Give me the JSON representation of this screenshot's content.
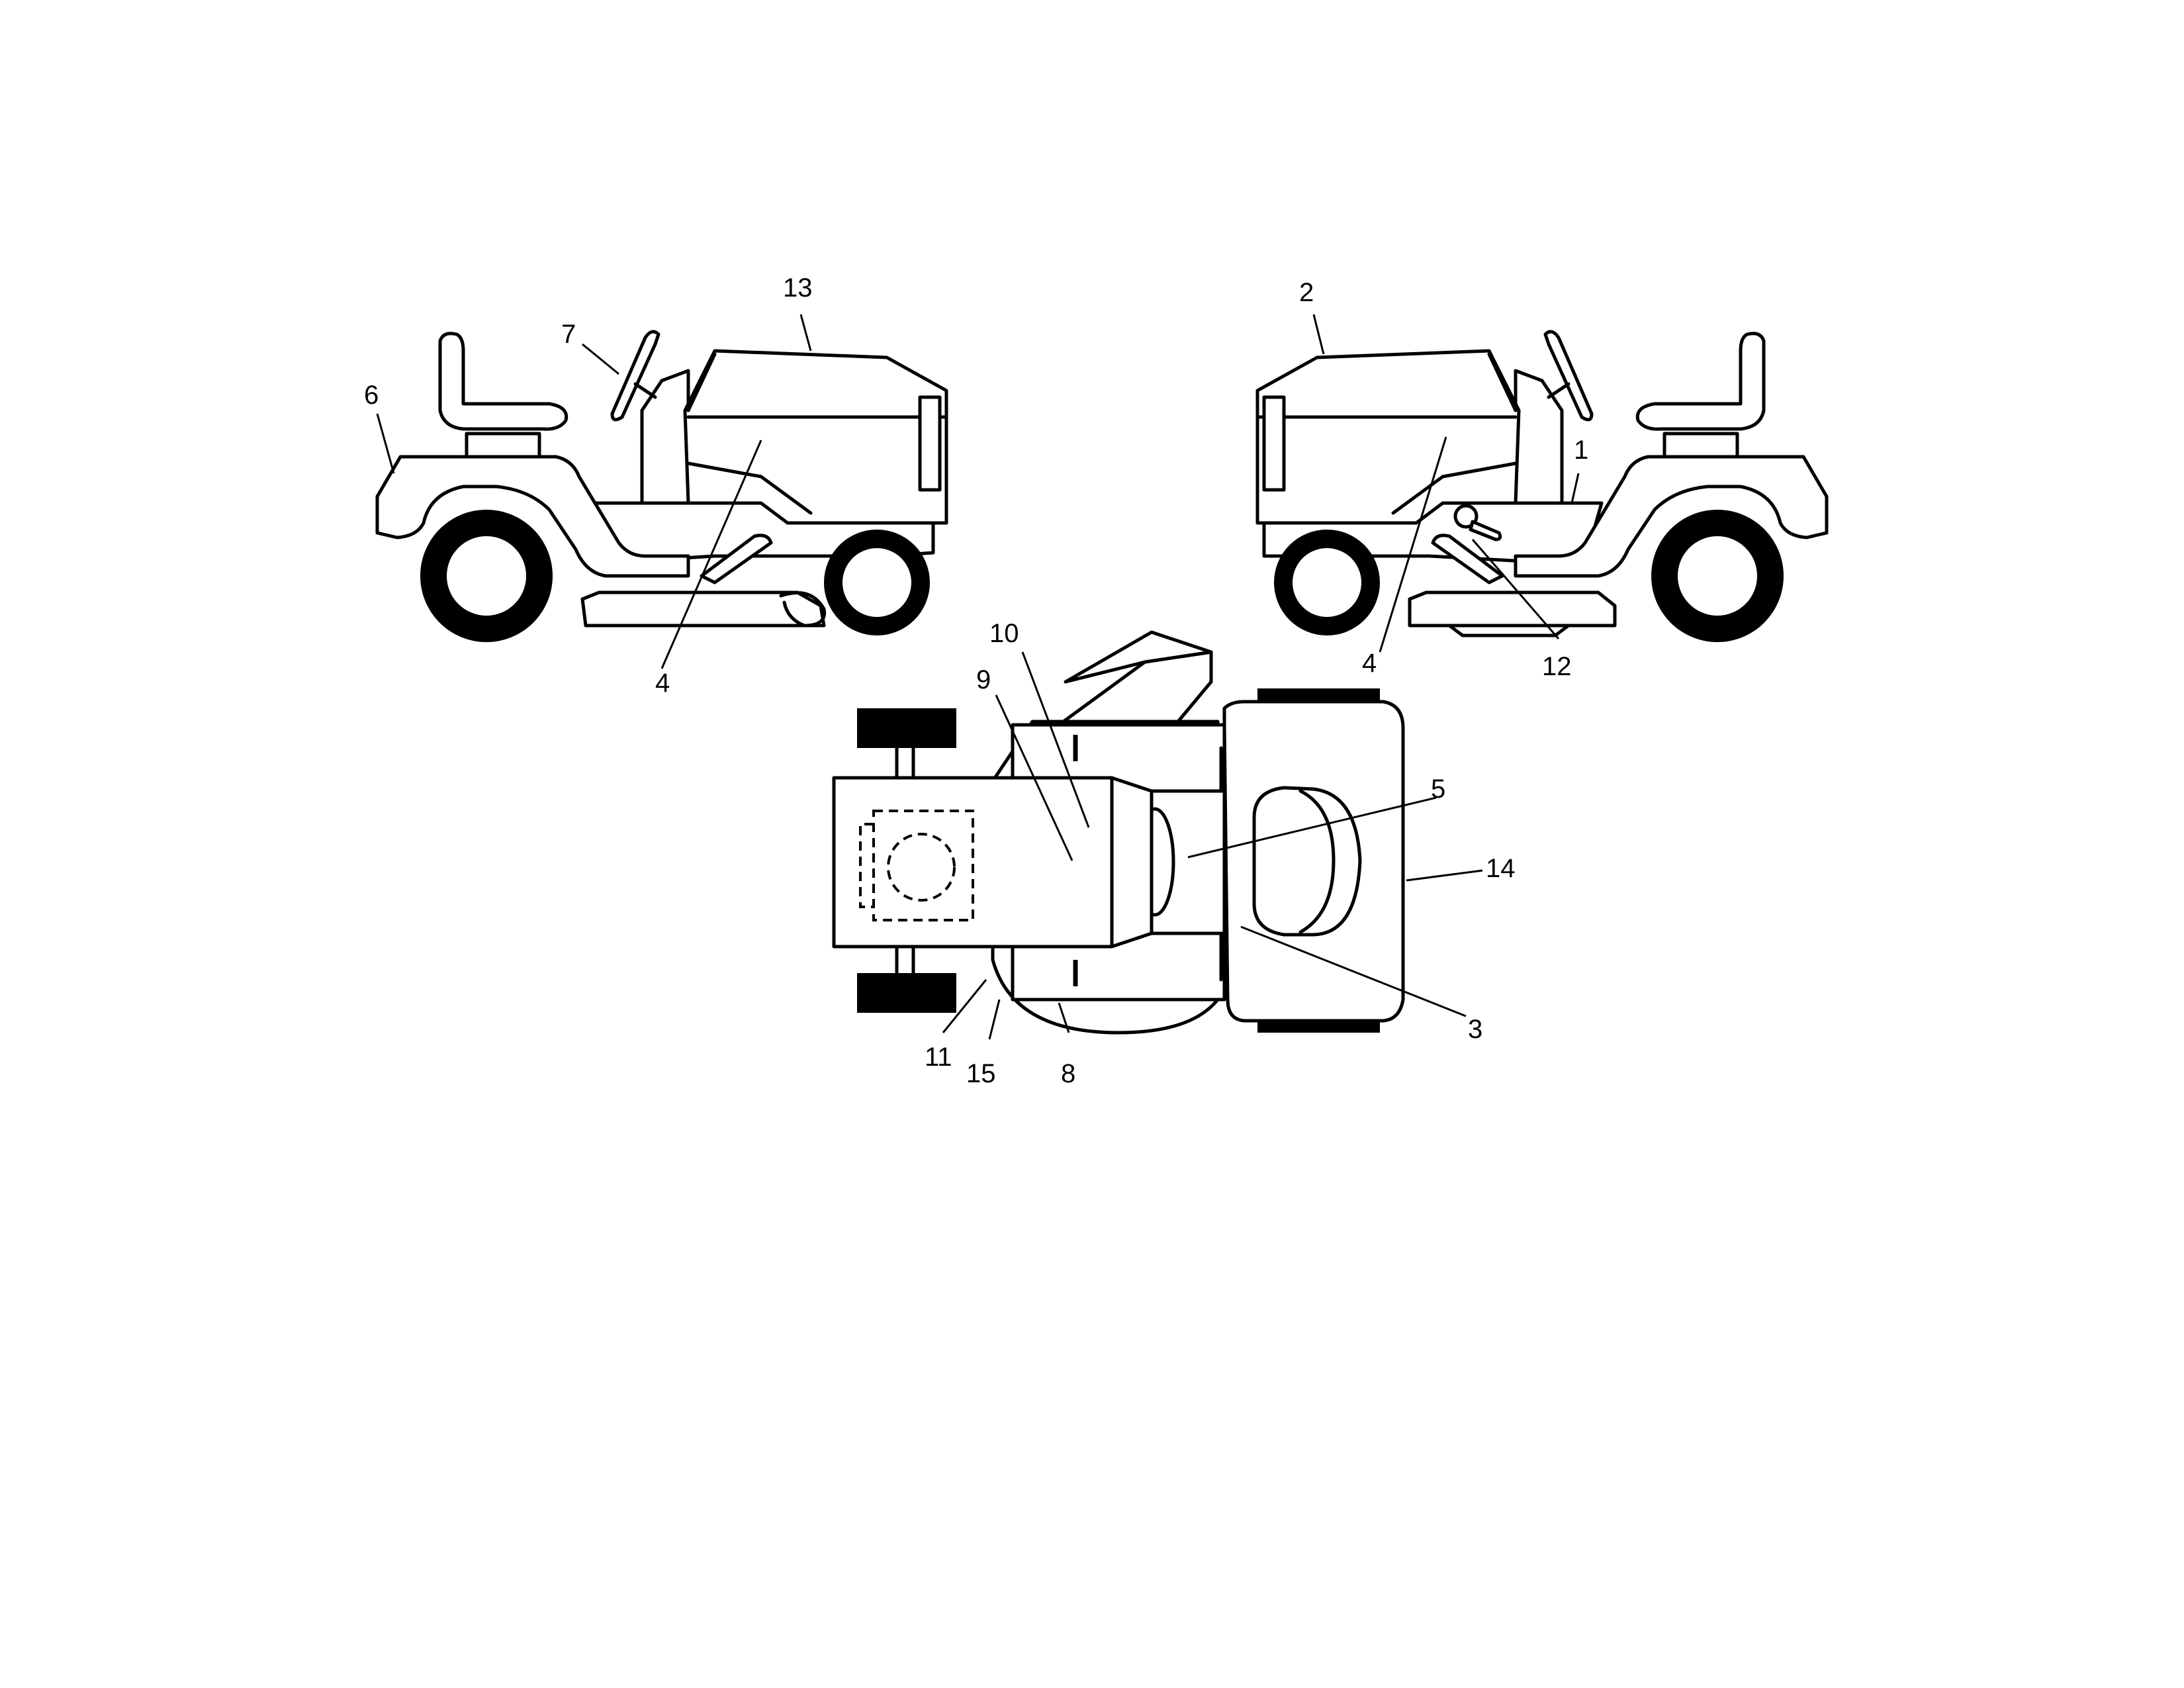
{
  "callouts": {
    "c1": "1",
    "c2": "2",
    "c3": "3",
    "c4_left": "4",
    "c4_right": "4",
    "c5": "5",
    "c6": "6",
    "c7": "7",
    "c8": "8",
    "c9": "9",
    "c10": "10",
    "c11": "11",
    "c12": "12",
    "c13": "13",
    "c14": "14",
    "c15": "15"
  },
  "colors": {
    "line": "#000000",
    "background": "#ffffff"
  }
}
